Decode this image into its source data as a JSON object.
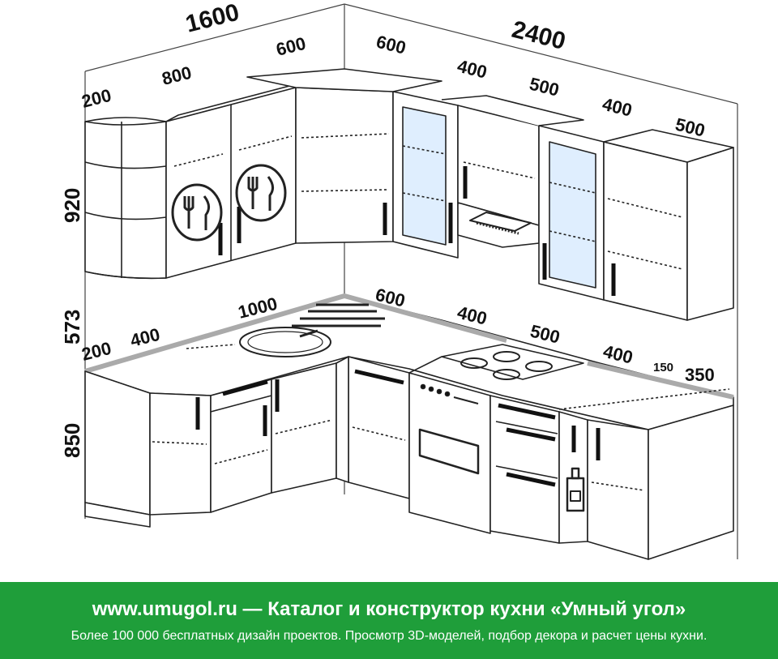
{
  "dimensions": {
    "overall_left": "1600",
    "overall_right": "2400",
    "upper_left": [
      "200",
      "800",
      "600"
    ],
    "upper_right": [
      "600",
      "400",
      "500",
      "400",
      "500"
    ],
    "upper_height": "920",
    "backsplash_height": "573",
    "base_height": "850",
    "lower_left": [
      "200",
      "400",
      "1000"
    ],
    "lower_right": [
      "600",
      "400",
      "500",
      "400",
      "150",
      "350"
    ]
  },
  "banner": {
    "site": "www.umugol.ru",
    "dash": " — ",
    "tagline": "Каталог и конструктор кухни «Умный угол»",
    "description": "Более 100 000 бесплатных дизайн проектов. Просмотр 3D-моделей, подбор декора и расчет цены кухни."
  },
  "colors": {
    "banner_bg": "#1f9e3a",
    "banner_text": "#ffffff",
    "countertop": "#bdbdbd",
    "glass": "#dfeefe"
  }
}
